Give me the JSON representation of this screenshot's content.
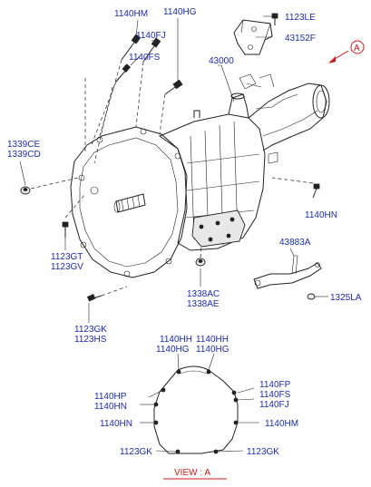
{
  "labels": {
    "l1140hm_top": "1140HM",
    "l1140hg_top": "1140HG",
    "l1123le": "1123LE",
    "l1140fj_top": "1140FJ",
    "l43152f": "43152F",
    "l1140fs_top": "1140FS",
    "l43000": "43000",
    "l1339ce": "1339CE",
    "l1339cd": "1339CD",
    "l1140hn_right": "1140HN",
    "l43883a": "43883A",
    "l1123gt": "1123GT",
    "l1123gv": "1123GV",
    "l1338ac": "1338AC",
    "l1338ae": "1338AE",
    "l1325la": "1325LA",
    "l1123gk_left": "1123GK",
    "l1123hs": "1123HS"
  },
  "callout": {
    "letter": "A"
  },
  "view": {
    "title": "VIEW : A",
    "labels": {
      "hh_left": "1140HH",
      "hg_left": "1140HG",
      "hh_right": "1140HH",
      "hg_right": "1140HG",
      "hp": "1140HP",
      "hn_left_a": "1140HN",
      "fp": "1140FP",
      "fs": "1140FS",
      "fj": "1140FJ",
      "hn_left_b": "1140HN",
      "hm": "1140HM",
      "gk_left": "1123GK",
      "gk_right": "1123GK"
    }
  }
}
